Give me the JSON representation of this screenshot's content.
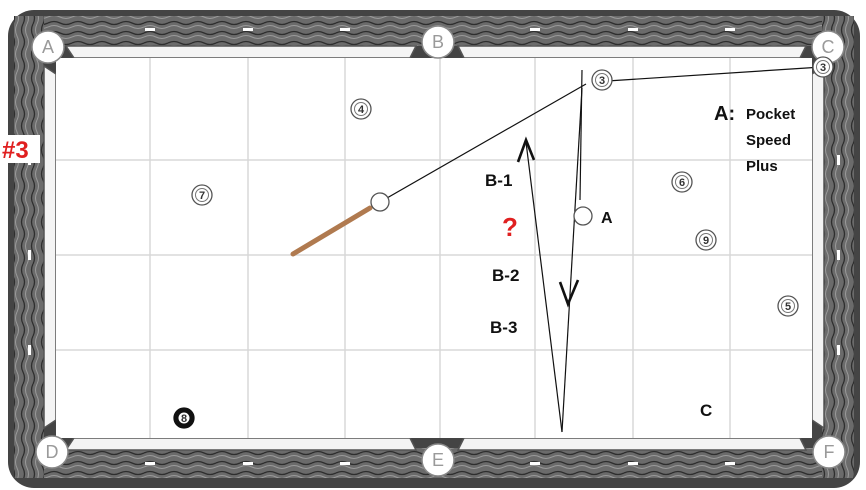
{
  "diagram_number": "#3",
  "pockets": [
    {
      "id": "A",
      "label": "A"
    },
    {
      "id": "B",
      "label": "B"
    },
    {
      "id": "C",
      "label": "C"
    },
    {
      "id": "D",
      "label": "D"
    },
    {
      "id": "E",
      "label": "E"
    },
    {
      "id": "F",
      "label": "F"
    }
  ],
  "balls": [
    {
      "id": "ball-3-top",
      "number": "3"
    },
    {
      "id": "ball-3-corner",
      "number": "3"
    },
    {
      "id": "ball-4",
      "number": "4"
    },
    {
      "id": "ball-7",
      "number": "7"
    },
    {
      "id": "ball-6",
      "number": "6"
    },
    {
      "id": "ball-9",
      "number": "9"
    },
    {
      "id": "ball-5",
      "number": "5"
    },
    {
      "id": "ball-8",
      "number": "8"
    }
  ],
  "labels": {
    "cue_position_a": "A",
    "shot_a_title": "A:",
    "shot_a_line1": "Pocket",
    "shot_a_line2": "Speed",
    "shot_a_line3": "Plus",
    "b1": "B-1",
    "question": "?",
    "b2": "B-2",
    "b3": "B-3",
    "c": "C"
  },
  "colors": {
    "cloth": "#ffffff",
    "grid": "#d8d8d8",
    "rail": "#5a5a5a",
    "cue_stick": "#b07a4f",
    "diagram_number": "#e02020",
    "question": "#e02020",
    "lines": "#111111"
  }
}
